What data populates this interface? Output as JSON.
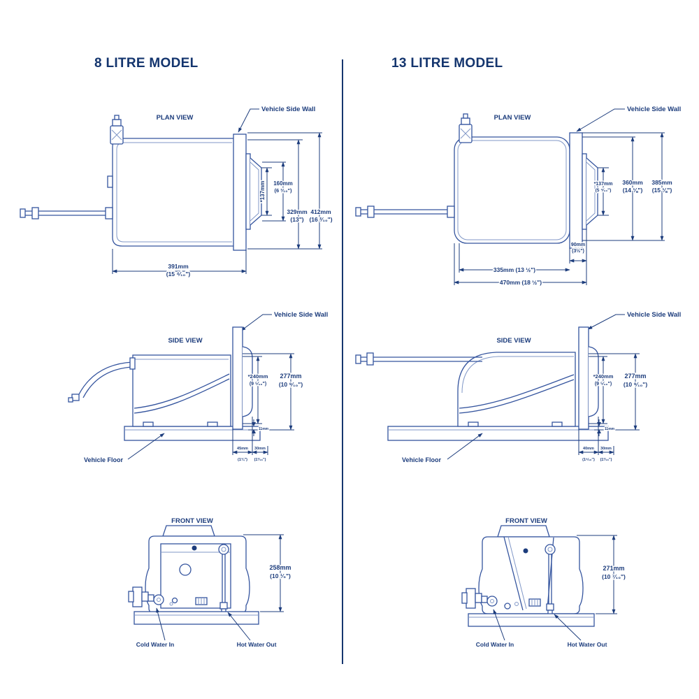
{
  "titles": {
    "model8": "8 LITRE MODEL",
    "model13": "13 LITRE MODEL"
  },
  "labels": {
    "plan_view": "PLAN VIEW",
    "side_view": "SIDE VIEW",
    "front_view": "FRONT VIEW",
    "vehicle_side_wall": "Vehicle Side Wall",
    "vehicle_floor": "Vehicle Floor",
    "cold_water_in": "Cold Water In",
    "hot_water_out": "Hot Water Out"
  },
  "model8": {
    "plan": {
      "recess_width_mm": "*137mm",
      "opening_width_mm": "160mm",
      "opening_width_in": "(6 ³⁄₁₀\")",
      "tank_depth_mm": "329mm",
      "tank_depth_in": "(13\")",
      "overall_depth_mm": "412mm",
      "overall_depth_in": "(16 ²⁄₁₀\")",
      "length_mm": "391mm",
      "length_in": "(15 ⁴⁄₁₀\")"
    },
    "side": {
      "recess_height_mm": "*240mm",
      "recess_height_in": "(9 ⁵⁄₁₀\")",
      "overall_height_mm": "277mm",
      "overall_height_in": "(10 ⁹⁄₁₀\")",
      "floor_gap": "11mm",
      "offset1_mm": "45mm",
      "offset1_in": "(1¾\")",
      "offset2_mm": "30mm",
      "offset2_in": "(1³⁄₁₆\")"
    },
    "front": {
      "height_mm": "258mm",
      "height_in": "(10 ¹⁄₅\")"
    }
  },
  "model13": {
    "plan": {
      "recess_width_mm": "*137mm",
      "recess_width_in": "(5 ⁴⁄₁₀\")",
      "tank_depth_mm": "360mm",
      "tank_depth_in": "(14 ⅛\")",
      "overall_depth_mm": "385mm",
      "overall_depth_in": "(15 ⅛\")",
      "tank_length": "335mm (13 ½\")",
      "wall_offset_mm": "90mm",
      "wall_offset_in": "(3½\")",
      "overall_length": "470mm (18 ½\")"
    },
    "side": {
      "recess_height_mm": "*240mm",
      "recess_height_in": "(9 ⁵⁄₁₀\")",
      "overall_height_mm": "277mm",
      "overall_height_in": "(10 ⁹⁄₁₀\")",
      "floor_gap": "11mm",
      "offset1_mm": "40mm",
      "offset1_in": "(1⁹⁄₁₆\")",
      "offset2_mm": "30mm",
      "offset2_in": "(1³⁄₁₆\")"
    },
    "front": {
      "height_mm": "271mm",
      "height_in": "(10 ⁷⁄₁₀\")"
    }
  }
}
